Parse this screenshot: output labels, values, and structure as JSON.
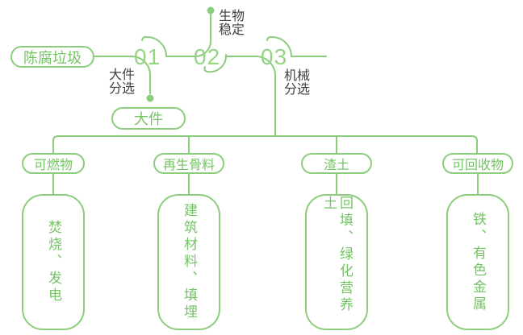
{
  "palette": {
    "line_green": "#8ccd7d",
    "pill_text_green": "#74c364",
    "number_green": "#94d584",
    "dark_label_text": "#404040",
    "background": "#ffffff"
  },
  "flow": {
    "source_label": "陈腐垃圾",
    "steps": [
      {
        "number": "01",
        "label_lines": [
          "大件",
          "分选"
        ],
        "output_label": "大件"
      },
      {
        "number": "02",
        "label_lines": [
          "生物",
          "稳定"
        ]
      },
      {
        "number": "03",
        "label_lines": [
          "机械",
          "分选"
        ]
      }
    ]
  },
  "branches": [
    {
      "category": "可燃物",
      "result": "焚烧、发电"
    },
    {
      "category": "再生骨料",
      "result": "建筑材料、填埋"
    },
    {
      "category": "渣土",
      "result": "回填、绿化营养土"
    },
    {
      "category": "可回收物",
      "result": "铁、有色金属"
    }
  ]
}
